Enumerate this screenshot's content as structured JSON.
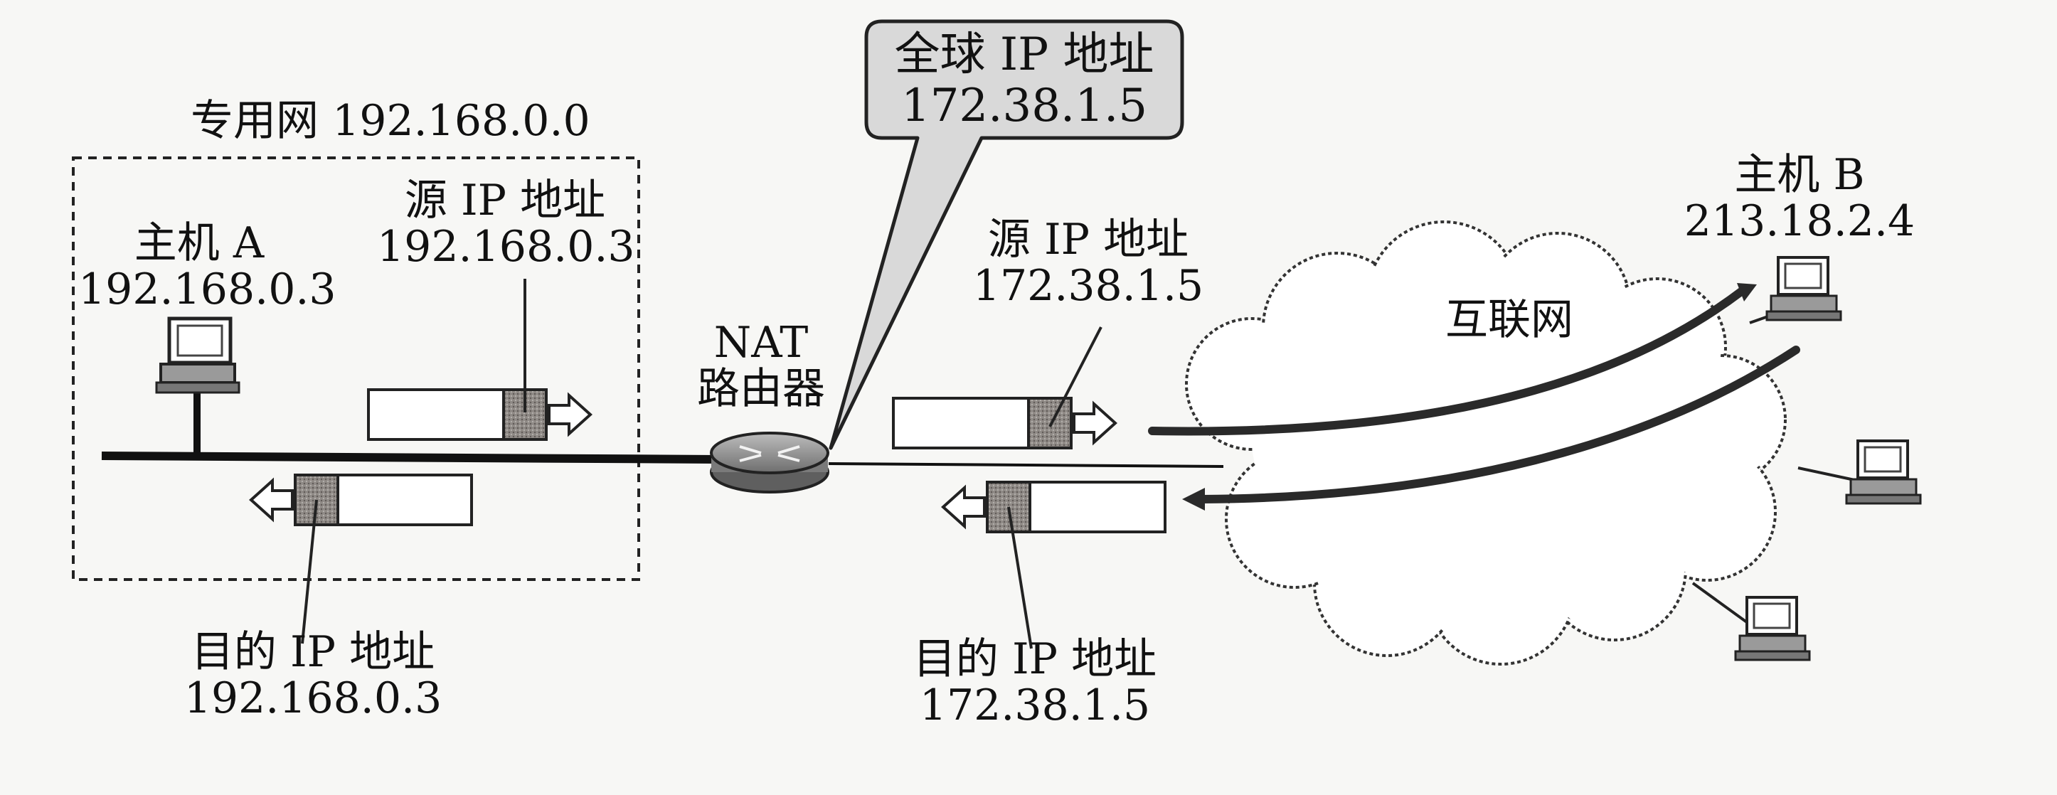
{
  "private_network": {
    "label": "专用网 192.168.0.0"
  },
  "host_a": {
    "name": "主机 A",
    "ip": "192.168.0.3"
  },
  "host_b": {
    "name": "主机 B",
    "ip": "213.18.2.4"
  },
  "router": {
    "line1": "NAT",
    "line2": "路由器"
  },
  "global_ip_callout": {
    "line1": "全球 IP 地址",
    "line2": "172.38.1.5"
  },
  "internet": {
    "label": "互联网"
  },
  "packet_labels": {
    "inside_source": {
      "title": "源 IP 地址",
      "ip": "192.168.0.3"
    },
    "inside_destination": {
      "title": "目的 IP 地址",
      "ip": "192.168.0.3"
    },
    "outside_source": {
      "title": "源 IP 地址",
      "ip": "172.38.1.5"
    },
    "outside_destination": {
      "title": "目的 IP 地址",
      "ip": "172.38.1.5"
    }
  },
  "colors": {
    "line": "#111111",
    "packet_header": "#8f8a86",
    "callout_fill": "#d9d9d9",
    "cloud_fill": "#ffffff"
  }
}
